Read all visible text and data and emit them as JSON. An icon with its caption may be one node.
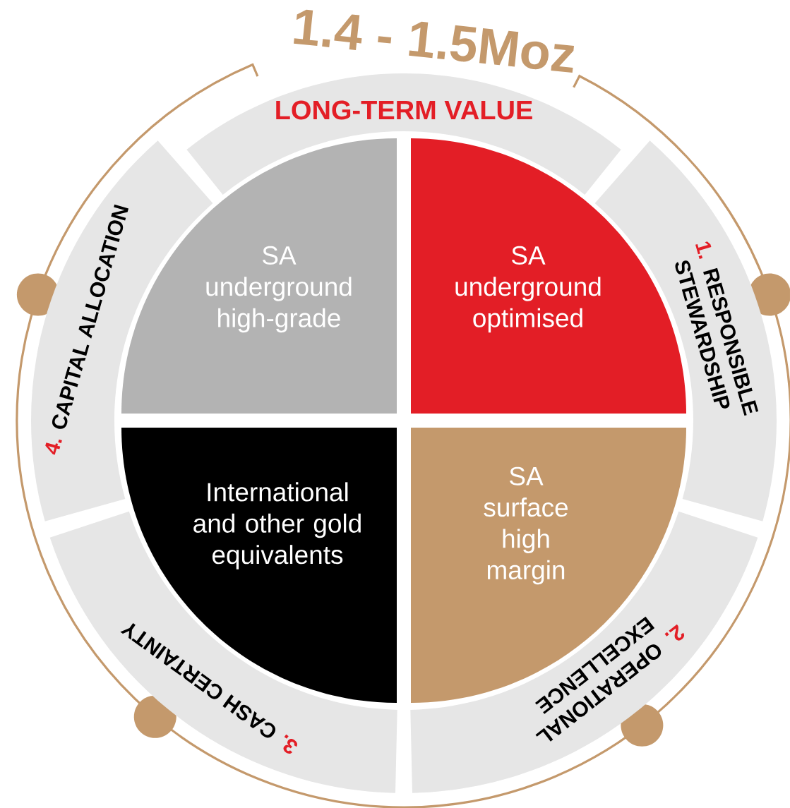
{
  "diagram": {
    "title": "1.4 - 1.5Moz",
    "nodes": [
      {
        "text": [
          "LONG-TERM VALUE"
        ]
      },
      {
        "text": [
          "1.",
          "RESPONSIBLE STEWARDSHIP"
        ]
      },
      {
        "text": [
          "2.",
          "OPERATIONAL EXCELLENCE"
        ]
      },
      {
        "text": [
          "3.",
          "CASH CERTAINTY"
        ]
      },
      {
        "text": [
          "4.",
          "CAPITAL ALLOCATION"
        ]
      },
      {
        "text": [
          "SA",
          "underground high-grade"
        ]
      },
      {
        "text": [
          "SA",
          "underground optimised"
        ]
      },
      {
        "text": [
          "International and other gold equivalents"
        ]
      },
      {
        "text": [
          "SA",
          "surface high margin"
        ]
      }
    ]
  }
}
